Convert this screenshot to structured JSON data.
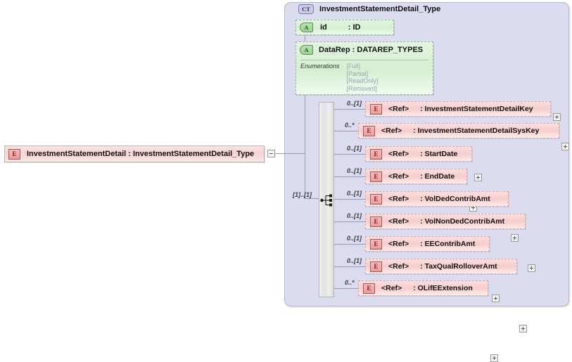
{
  "diagram": {
    "kind": "xsd-schema-diagram",
    "root_element": {
      "icon": "element-icon",
      "label": "InvestmentStatementDetail : InvestmentStatementDetail_Type",
      "toggle": "minus"
    },
    "complex_type": {
      "icon_label": "CT",
      "title": "InvestmentStatementDetail_Type",
      "attributes": [
        {
          "icon_label": "A",
          "name": "id",
          "type": ": ID"
        },
        {
          "icon_label": "A",
          "title": "DataRep : DATAREP_TYPES",
          "facet_label": "Enumerations",
          "enumerations": [
            "[Full]",
            "[Partial]",
            "[ReadOnly]",
            "[Removed]"
          ]
        }
      ],
      "compositor": {
        "type": "sequence",
        "cardinality": "[1]..[1]"
      },
      "particles": [
        {
          "cardinality": "0..[1]",
          "icon_label": "E",
          "ref": "<Ref>",
          "type": ": InvestmentStatementDetailKey",
          "toggle": "plus"
        },
        {
          "cardinality": "0..*",
          "icon_label": "E",
          "ref": "<Ref>",
          "type": ": InvestmentStatementDetailSysKey",
          "toggle": "plus"
        },
        {
          "cardinality": "0..[1]",
          "icon_label": "E",
          "ref": "<Ref>",
          "type": ": StartDate",
          "toggle": "plus"
        },
        {
          "cardinality": "0..[1]",
          "icon_label": "E",
          "ref": "<Ref>",
          "type": ": EndDate",
          "toggle": "plus"
        },
        {
          "cardinality": "0..[1]",
          "icon_label": "E",
          "ref": "<Ref>",
          "type": ": VolDedContribAmt",
          "toggle": "plus"
        },
        {
          "cardinality": "0..[1]",
          "icon_label": "E",
          "ref": "<Ref>",
          "type": ": VolNonDedContribAmt",
          "toggle": "plus"
        },
        {
          "cardinality": "0..[1]",
          "icon_label": "E",
          "ref": "<Ref>",
          "type": ": EEContribAmt",
          "toggle": "plus"
        },
        {
          "cardinality": "0..[1]",
          "icon_label": "E",
          "ref": "<Ref>",
          "type": ": TaxQualRolloverAmt",
          "toggle": "plus"
        },
        {
          "cardinality": "0..*",
          "icon_label": "E",
          "ref": "<Ref>",
          "type": ": OLifEExtension",
          "toggle": "plus"
        }
      ]
    },
    "colors": {
      "element_fill": "#f7d3d3",
      "element_border": "#b8b8b8",
      "attribute_fill": "#d6efd2",
      "attribute_border": "#8fb98f",
      "complextype_fill": "#dcdcf0",
      "complextype_border": "#b6b6cd",
      "connector": "#9a9aa8",
      "enum_text": "#9aa6b4"
    }
  }
}
